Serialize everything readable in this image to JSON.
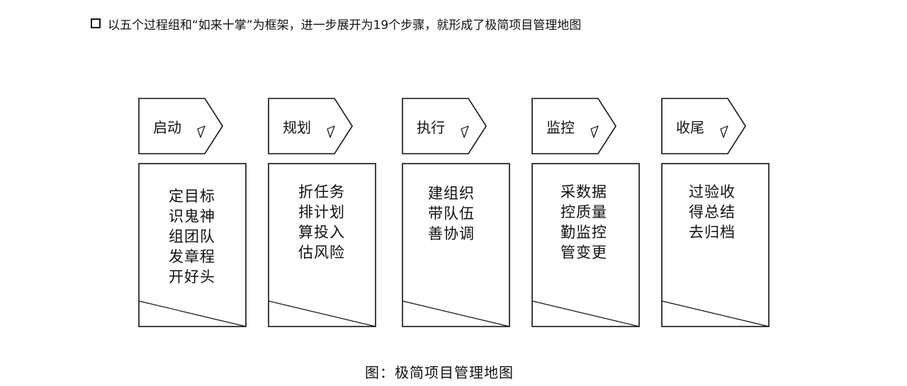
{
  "intro": {
    "bullet_icon": "square-bullet-icon",
    "text": "以五个过程组和“如来十掌”为框架，进一步展开为19个步骤，就形成了极简项目管理地图"
  },
  "phases": [
    {
      "title": "启动",
      "steps": [
        "定目标",
        "识鬼神",
        "组团队",
        "发章程",
        "开好头"
      ]
    },
    {
      "title": "规划",
      "steps": [
        "折任务",
        "排计划",
        "算投入",
        "估风险"
      ]
    },
    {
      "title": "执行",
      "steps": [
        "建组织",
        "带队伍",
        "善协调"
      ]
    },
    {
      "title": "监控",
      "steps": [
        "采数据",
        "控质量",
        "勤监控",
        "管变更"
      ]
    },
    {
      "title": "收尾",
      "steps": [
        "过验收",
        "得总结",
        "去归档"
      ]
    }
  ],
  "caption": "图：极简项目管理地图"
}
